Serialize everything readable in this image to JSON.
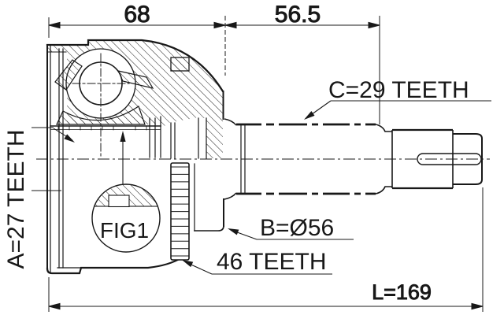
{
  "drawing": {
    "dimension_68": "68",
    "dimension_56_5": "56.5",
    "dimension_length": "L=169",
    "label_outer_spline": "C=29 TEETH",
    "label_body_diameter": "B=Ø56",
    "label_ring_teeth": "46 TEETH",
    "label_inner_spline": "A=27 TEETH",
    "callout_figure": "FIG1",
    "colors": {
      "line": "#181818",
      "background": "#ffffff"
    }
  }
}
